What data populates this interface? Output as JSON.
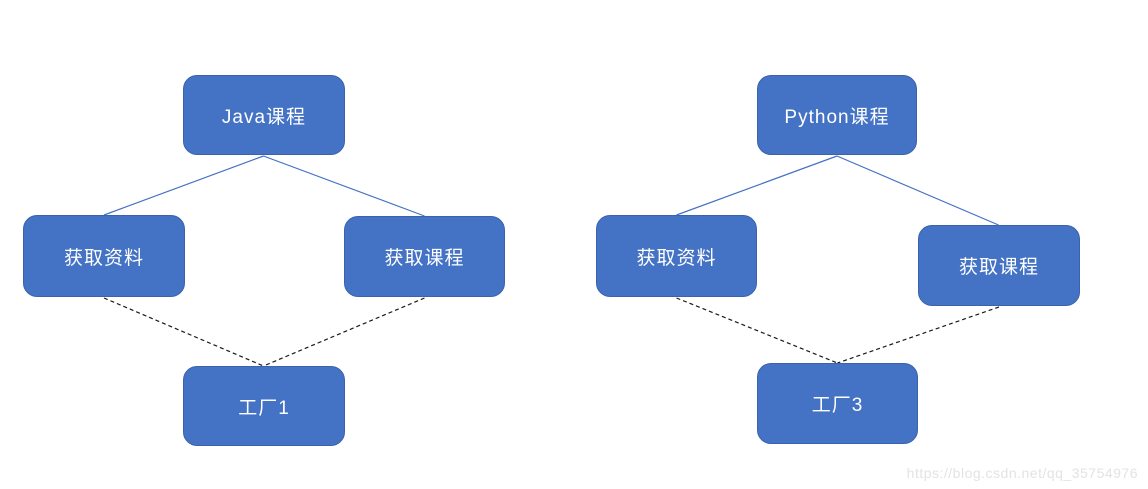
{
  "diagram": {
    "type": "factory-pattern-trees",
    "colors": {
      "node_fill": "#4472C4",
      "node_border": "#3A62AD",
      "node_text": "#FFFFFF",
      "solid_edge": "#4472C4",
      "dashed_edge": "#1A1A1A",
      "watermark_text": "#E3E3E3",
      "background": "#FFFFFF"
    },
    "trees": [
      {
        "name": "java-tree",
        "nodes": [
          {
            "id": "java-course",
            "label": "Java课程"
          },
          {
            "id": "java-get-material",
            "label": "获取资料"
          },
          {
            "id": "java-get-course",
            "label": "获取课程"
          },
          {
            "id": "factory-1",
            "label": "工厂1"
          }
        ],
        "edges": [
          {
            "from": "java-course",
            "to": "java-get-material",
            "style": "solid"
          },
          {
            "from": "java-course",
            "to": "java-get-course",
            "style": "solid"
          },
          {
            "from": "java-get-material",
            "to": "factory-1",
            "style": "dashed"
          },
          {
            "from": "java-get-course",
            "to": "factory-1",
            "style": "dashed"
          }
        ]
      },
      {
        "name": "python-tree",
        "nodes": [
          {
            "id": "python-course",
            "label": "Python课程"
          },
          {
            "id": "python-get-material",
            "label": "获取资料"
          },
          {
            "id": "python-get-course",
            "label": "获取课程"
          },
          {
            "id": "factory-3",
            "label": "工厂3"
          }
        ],
        "edges": [
          {
            "from": "python-course",
            "to": "python-get-material",
            "style": "solid"
          },
          {
            "from": "python-course",
            "to": "python-get-course",
            "style": "solid"
          },
          {
            "from": "python-get-material",
            "to": "factory-3",
            "style": "dashed"
          },
          {
            "from": "python-get-course",
            "to": "factory-3",
            "style": "dashed"
          }
        ]
      }
    ],
    "watermark": "https://blog.csdn.net/qq_35754976"
  }
}
